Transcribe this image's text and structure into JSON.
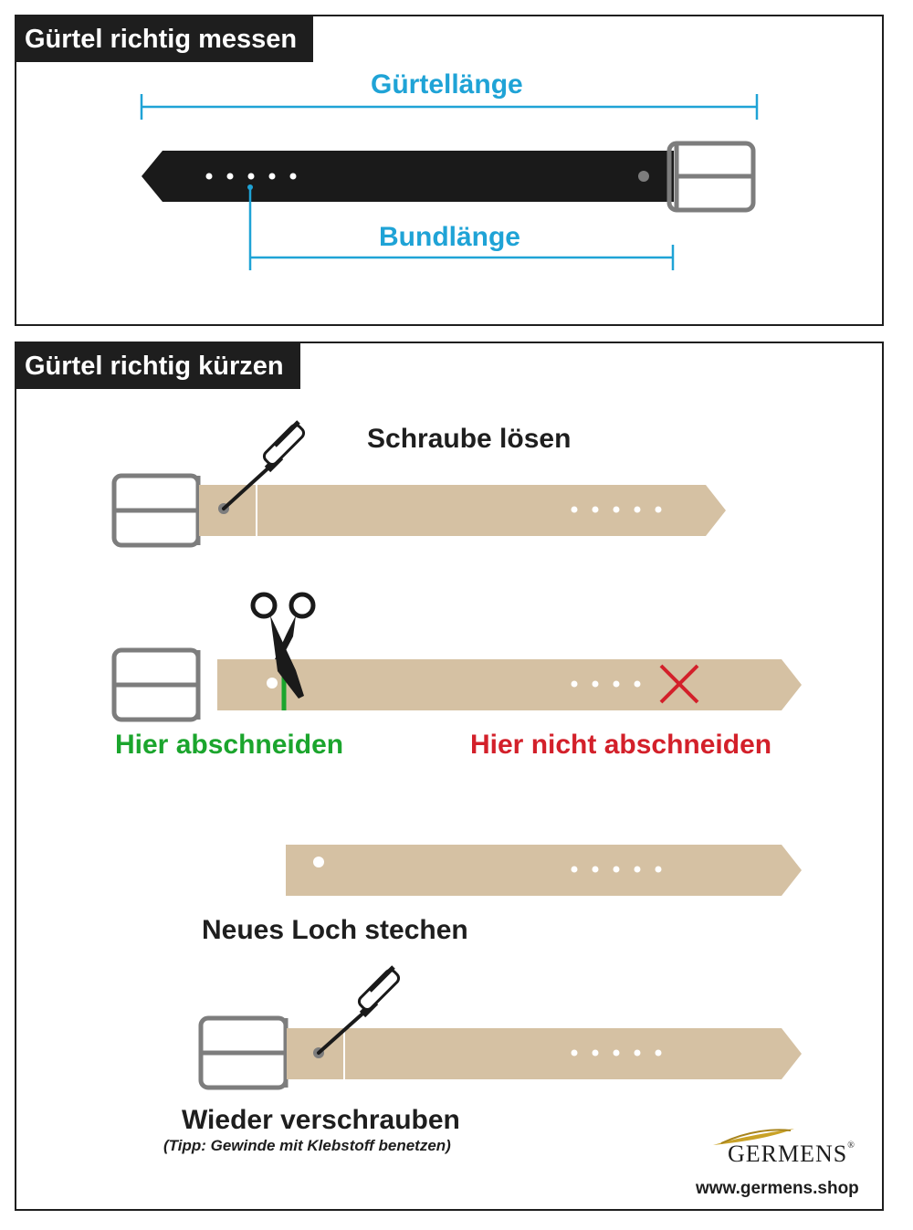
{
  "colors": {
    "panel_border": "#1e1e1e",
    "title_bar": "#1e1e1e",
    "measure_blue": "#1fa3d6",
    "belt_black": "#1a1a1a",
    "belt_tan": "#d5c1a3",
    "buckle_grey": "#7d7d7d",
    "cut_green": "#1ba52d",
    "no_cut_red": "#d3202a",
    "logo_gold": "#c9a227"
  },
  "icons": [
    "screwdriver-icon",
    "scissors-icon",
    "cross-icon",
    "germens-logo-icon"
  ],
  "measure": {
    "title": "Gürtel richtig messen",
    "belt_length_label": "Gürtellänge",
    "waist_length_label": "Bundlänge"
  },
  "shorten": {
    "title": "Gürtel richtig kürzen",
    "step1_label": "Schraube lösen",
    "cut_here_label": "Hier abschneiden",
    "no_cut_label": "Hier nicht abschneiden",
    "step3_label": "Neues Loch stechen",
    "step4_label": "Wieder verschrauben",
    "step4_tip": "(Tipp: Gewinde mit Klebstoff benetzen)"
  },
  "footer": {
    "brand": "GERMENS",
    "registered": "®",
    "url": "www.germens.shop"
  }
}
